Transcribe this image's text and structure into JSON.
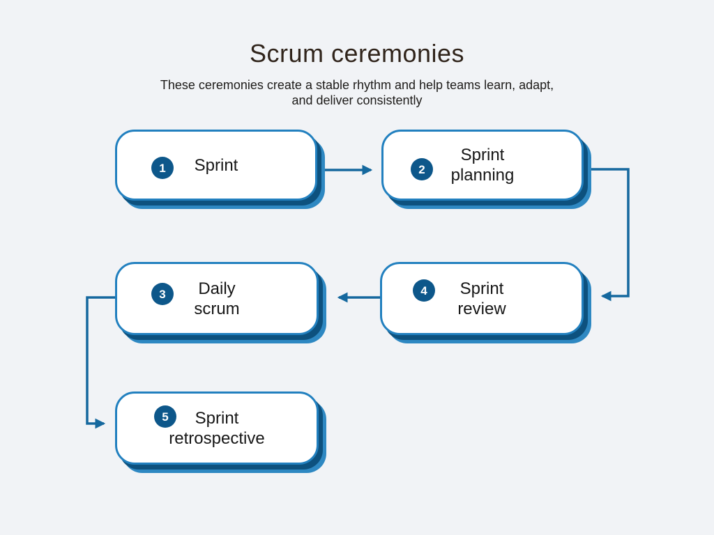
{
  "page": {
    "title": "Scrum ceremonies",
    "subtitle_line1": "These ceremonies create a stable rhythm and help teams learn, adapt,",
    "subtitle_line2": "and deliver consistently"
  },
  "colors": {
    "background": "#f1f3f6",
    "title_text": "#30241b",
    "body_text": "#1d1b19",
    "box_fill": "#ffffff",
    "box_border": "#2280bf",
    "box_shadow_dark": "#0d517e",
    "box_shadow_light": "#2e88c2",
    "number_circle": "#0d578a",
    "number_text": "#ffffff",
    "connector_line": "#15689e"
  },
  "diagram": {
    "type": "flowchart",
    "nodes": [
      {
        "number": "1",
        "label": "Sprint"
      },
      {
        "number": "2",
        "label": "Sprint\nplanning"
      },
      {
        "number": "3",
        "label": "Daily\nscrum"
      },
      {
        "number": "4",
        "label": "Sprint\nreview"
      },
      {
        "number": "5",
        "label": "Sprint\nretrospective"
      }
    ],
    "edges": [
      {
        "from": "Sprint",
        "to": "Sprint planning",
        "direction": "right"
      },
      {
        "from": "Sprint planning",
        "to": "Sprint review",
        "direction": "right-down-left"
      },
      {
        "from": "Sprint review",
        "to": "Daily scrum",
        "direction": "left"
      },
      {
        "from": "Daily scrum",
        "to": "Sprint retrospective",
        "direction": "left-down-right"
      }
    ]
  }
}
